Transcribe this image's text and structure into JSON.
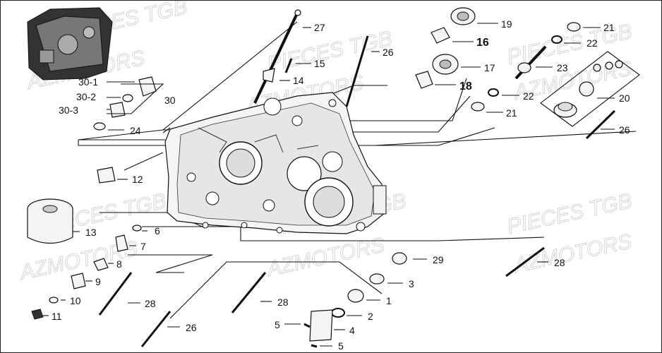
{
  "diagram": {
    "watermark_lines": [
      "PIECES TGB",
      "AZMOTORS"
    ],
    "labels": [
      {
        "id": "p27",
        "text": "27"
      },
      {
        "id": "p19",
        "text": "19"
      },
      {
        "id": "p16",
        "text": "16"
      },
      {
        "id": "p26a",
        "text": "26"
      },
      {
        "id": "p15",
        "text": "15"
      },
      {
        "id": "p21a",
        "text": "21"
      },
      {
        "id": "p22a",
        "text": "22"
      },
      {
        "id": "p17",
        "text": "17"
      },
      {
        "id": "p23",
        "text": "23"
      },
      {
        "id": "p14",
        "text": "14"
      },
      {
        "id": "p18",
        "text": "18"
      },
      {
        "id": "p22b",
        "text": "22"
      },
      {
        "id": "p20",
        "text": "20"
      },
      {
        "id": "p21b",
        "text": "21"
      },
      {
        "id": "p301",
        "text": "30-1"
      },
      {
        "id": "p302",
        "text": "30-2"
      },
      {
        "id": "p30",
        "text": "30"
      },
      {
        "id": "p303",
        "text": "30-3"
      },
      {
        "id": "p24",
        "text": "24"
      },
      {
        "id": "p26b",
        "text": "26"
      },
      {
        "id": "p12",
        "text": "12"
      },
      {
        "id": "p13",
        "text": "13"
      },
      {
        "id": "p6",
        "text": "6"
      },
      {
        "id": "p7",
        "text": "7"
      },
      {
        "id": "p8",
        "text": "8"
      },
      {
        "id": "p9",
        "text": "9"
      },
      {
        "id": "p10",
        "text": "10"
      },
      {
        "id": "p11",
        "text": "11"
      },
      {
        "id": "p28a",
        "text": "28"
      },
      {
        "id": "p26c",
        "text": "26"
      },
      {
        "id": "p28b",
        "text": "28"
      },
      {
        "id": "p29",
        "text": "29"
      },
      {
        "id": "p3",
        "text": "3"
      },
      {
        "id": "p1",
        "text": "1"
      },
      {
        "id": "p2",
        "text": "2"
      },
      {
        "id": "p5a",
        "text": "5"
      },
      {
        "id": "p4",
        "text": "4"
      },
      {
        "id": "p5b",
        "text": "5"
      },
      {
        "id": "p28c",
        "text": "28"
      }
    ]
  }
}
